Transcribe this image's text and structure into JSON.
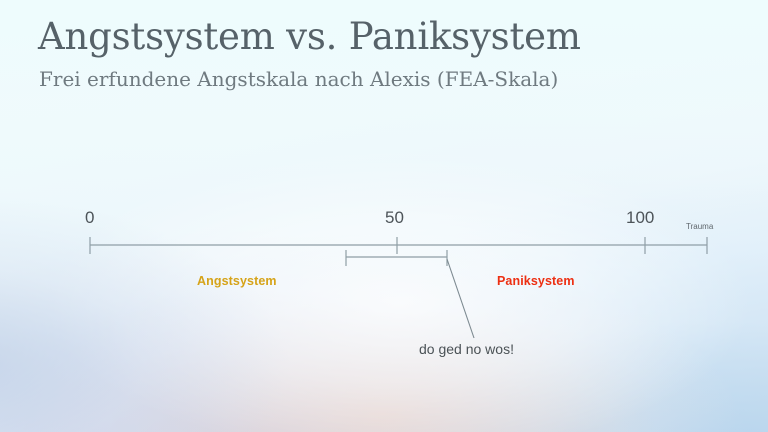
{
  "slide": {
    "title": "Angstsystem vs. Paniksystem",
    "subtitle": "Frei erfundene Angstskala nach Alexis (FEA-Skala)"
  },
  "scale": {
    "axis_label_zero": "0",
    "axis_label_fifty": "50",
    "axis_label_hundred": "100",
    "endpoint_label": "Trauma",
    "zones": {
      "low_label": "Angstsystem",
      "low_color": "#d6a318",
      "high_label": "Paniksystem",
      "high_color": "#ed2f12"
    },
    "bracket_callout": "do ged no wos!"
  },
  "chart_data": {
    "type": "line",
    "title": "Frei erfundene Angstskala nach Alexis (FEA-Skala)",
    "xlabel": "",
    "ylabel": "",
    "xlim": [
      0,
      128
    ],
    "grid": false,
    "legend": "none",
    "axis_ticks": [
      {
        "value": 0,
        "label": "0"
      },
      {
        "value": 50,
        "label": "50"
      },
      {
        "value": 100,
        "label": "100"
      },
      {
        "value": 128,
        "label": "Trauma"
      }
    ],
    "regions": [
      {
        "name": "Angstsystem",
        "from": 0,
        "to": 50,
        "color": "#d6a318"
      },
      {
        "name": "Paniksystem",
        "from": 50,
        "to": 128,
        "color": "#ed2f12"
      }
    ],
    "annotations": [
      {
        "text": "do ged no wos!",
        "type": "bracket",
        "from": 41,
        "to": 58,
        "target_value": 58
      }
    ]
  }
}
